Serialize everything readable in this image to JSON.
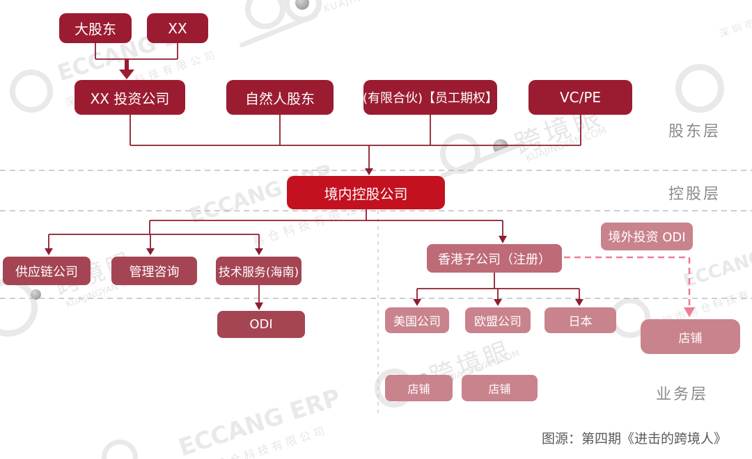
{
  "diagram": {
    "title_hint": "equity / corporate structure chart",
    "layers": {
      "shareholder": "股东层",
      "holding": "控股层",
      "business": "业务层"
    },
    "nodes": {
      "major_shareholder": {
        "label": "大股东"
      },
      "xx": {
        "label": "XX"
      },
      "xx_investment": {
        "label": "XX 投资公司"
      },
      "natural_person": {
        "label": "自然人股东"
      },
      "limited_partnership": {
        "label": "(有限合伙)【员工期权】"
      },
      "vc_pe": {
        "label": "VC/PE"
      },
      "domestic_holding": {
        "label": "境内控股公司"
      },
      "supply_chain": {
        "label": "供应链公司"
      },
      "management_consulting": {
        "label": "管理咨询"
      },
      "tech_service_hainan": {
        "label": "技术服务(海南)"
      },
      "odi": {
        "label": "ODI"
      },
      "hk_subsidiary": {
        "label": "香港子公司（注册）"
      },
      "overseas_odi": {
        "label": "境外投资 ODI"
      },
      "us_company": {
        "label": "美国公司"
      },
      "eu_company": {
        "label": "欧盟公司"
      },
      "japan": {
        "label": "日本"
      },
      "shop_right": {
        "label": "店铺"
      },
      "shop_1": {
        "label": "店铺"
      },
      "shop_2": {
        "label": "店铺"
      }
    },
    "caption": "图源：第四期《进击的跨境人》",
    "colors": {
      "dark_red": "#9b1c31",
      "bright_red": "#c3111f",
      "medium_red": "#a54554",
      "rose": "#be6b77",
      "pink": "#c9838d",
      "connector_line": "#8f1d2f",
      "pink_dashed_line": "#ec7f93",
      "separator_gray": "#bdbdbd",
      "layer_label_gray": "#8a8a8a"
    },
    "watermark": {
      "brand": "ECCANG ERP",
      "company": "深圳市易仓科技有限公司",
      "company_short": "易仓科技有限公司",
      "site_name": "跨境眼",
      "site_url": "KUAJINGYAN.COM",
      "site_url_short": "KUAJING",
      "city": "深圳市",
      "company_mid": "深圳市易仓科技有"
    }
  }
}
